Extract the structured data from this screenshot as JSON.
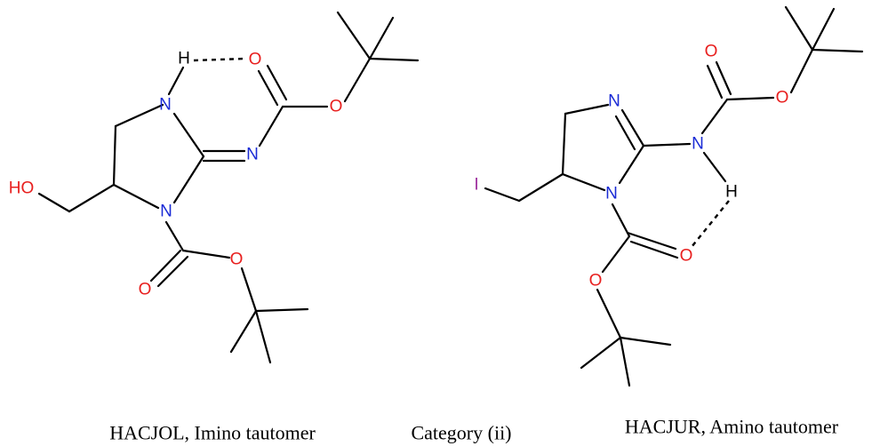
{
  "colors": {
    "bond": "#000000",
    "N": "#1a2bd6",
    "O": "#e8201f",
    "H": "#000000",
    "I": "#9c2c9c"
  },
  "structures": [
    {
      "id": "hacjol",
      "caption": "HACJOL, Imino tautomer",
      "atoms": {
        "n1": "N",
        "n2": "N",
        "n3": "N",
        "h": "H",
        "o_ester_carbonyl": "O",
        "o_ester_ether": "O",
        "o_hydroxyl": "HO",
        "o_carbamate_carbonyl": "O",
        "o_carbamate_ether": "O"
      }
    },
    {
      "id": "hacjur",
      "caption": "HACJUR, Amino tautomer",
      "atoms": {
        "n1": "N",
        "n2": "N",
        "n3": "N",
        "h": "H",
        "o_ester_carbonyl": "O",
        "o_ester_ether": "O",
        "iodo": "I",
        "o_carbamate_carbonyl": "O",
        "o_carbamate_ether": "O"
      }
    }
  ],
  "center_caption": "Category (ii)"
}
